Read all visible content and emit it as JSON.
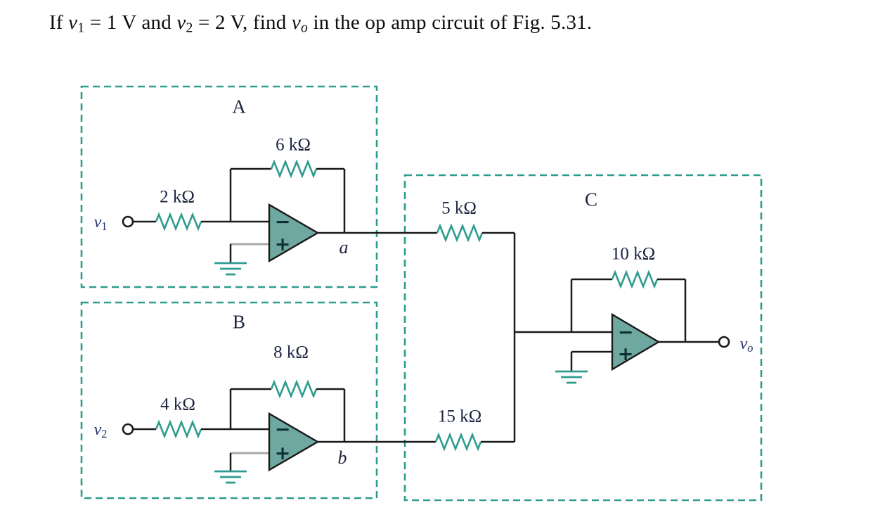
{
  "title": {
    "segments": [
      {
        "t": "If "
      },
      {
        "t": "v",
        "i": 1
      },
      {
        "t": "1",
        "s": 1
      },
      {
        "t": " = 1 V and "
      },
      {
        "t": "v",
        "i": 1
      },
      {
        "t": "2",
        "s": 1
      },
      {
        "t": " = 2 V, find "
      },
      {
        "t": "v",
        "i": 1
      },
      {
        "t": "o",
        "s": 1,
        "i": 1
      },
      {
        "t": " in the op amp circuit of Fig. 5.31."
      }
    ]
  },
  "blocks": {
    "a": "A",
    "b": "B",
    "c": "C"
  },
  "resistors": {
    "rin_a": "2 kΩ",
    "rfb_a": "6 kΩ",
    "rin_b": "4 kΩ",
    "rfb_b": "8 kΩ",
    "r5": "5 kΩ",
    "r15": "15 kΩ",
    "rfb_c": "10 kΩ"
  },
  "nodes": {
    "a": "a",
    "b": "b"
  },
  "terminals": {
    "v1": {
      "segments": [
        {
          "t": "v",
          "i": 1
        },
        {
          "t": "1",
          "s": 1
        }
      ]
    },
    "v2": {
      "segments": [
        {
          "t": "v",
          "i": 1
        },
        {
          "t": "2",
          "s": 1
        }
      ]
    },
    "vo": {
      "segments": [
        {
          "t": "v",
          "i": 1
        },
        {
          "t": "o",
          "s": 1,
          "i": 1
        }
      ]
    }
  },
  "opamp_symbols": {
    "inverting": "−",
    "noninverting": "+"
  },
  "icons": {
    "terminal": "open-circle",
    "ground": "three-bar-ground",
    "resistor": "zigzag",
    "opamp": "filled-triangle"
  },
  "colors": {
    "accent_teal": "#2e9c8e",
    "opamp_fill": "#6fa8a1",
    "wire": "#1a1a1a",
    "gray_wire": "#a8a8a8",
    "label_text": "#1c2340",
    "background": "#ffffff"
  }
}
